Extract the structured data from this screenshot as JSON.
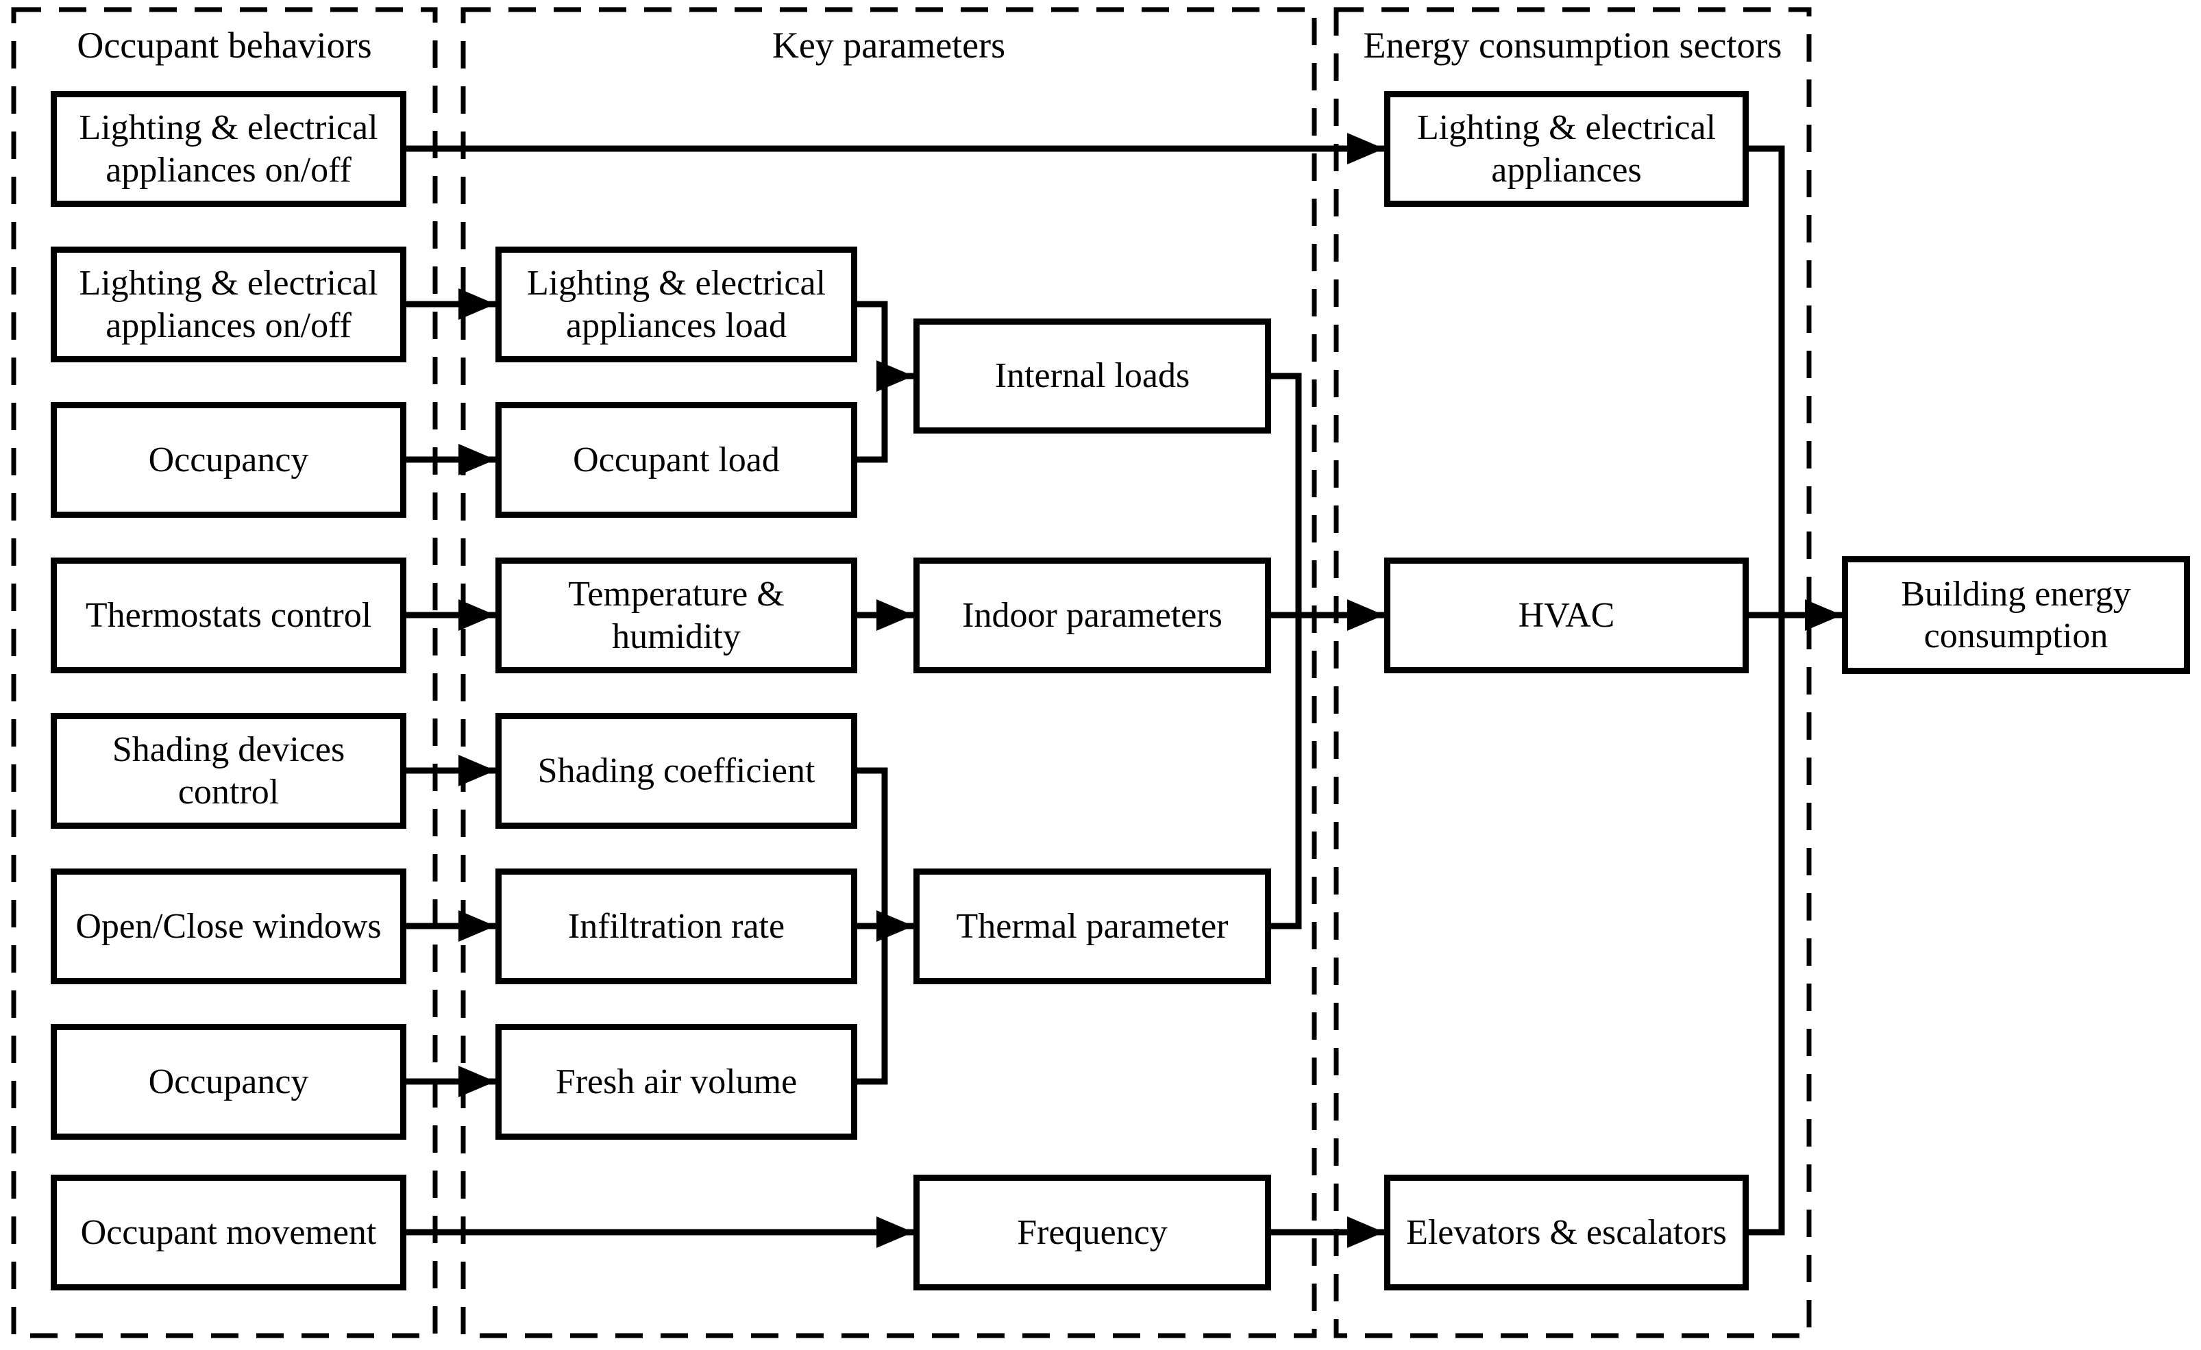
{
  "figure": {
    "type": "flow-diagram",
    "background_color": "#ffffff",
    "line_color": "#000000",
    "panels": {
      "occupant_behaviors": {
        "title": "Occupant behaviors"
      },
      "key_parameters": {
        "title": "Key parameters"
      },
      "energy_sectors": {
        "title": "Energy consumption sectors"
      }
    },
    "boxes": {
      "lighting_onoff_1": {
        "label": "Lighting & electrical\nappliances on/off"
      },
      "lighting_onoff_2": {
        "label": "Lighting & electrical\nappliances on/off"
      },
      "occupancy_1": {
        "label": "Occupancy"
      },
      "thermostats_control": {
        "label": "Thermostats control"
      },
      "shading_devices_control": {
        "label": "Shading devices\ncontrol"
      },
      "open_close_windows": {
        "label": "Open/Close windows"
      },
      "occupancy_2": {
        "label": "Occupancy"
      },
      "occupant_movement": {
        "label": "Occupant movement"
      },
      "lighting_load": {
        "label": "Lighting & electrical\nappliances load"
      },
      "occupant_load": {
        "label": "Occupant load"
      },
      "temperature_humidity": {
        "label": "Temperature &\nhumidity"
      },
      "shading_coefficient": {
        "label": "Shading coefficient"
      },
      "infiltration_rate": {
        "label": "Infiltration rate"
      },
      "fresh_air_volume": {
        "label": "Fresh air volume"
      },
      "internal_loads": {
        "label": "Internal loads"
      },
      "indoor_parameters": {
        "label": "Indoor parameters"
      },
      "thermal_parameter": {
        "label": "Thermal parameter"
      },
      "frequency": {
        "label": "Frequency"
      },
      "lighting_appliances_sector": {
        "label": "Lighting & electrical\nappliances"
      },
      "hvac": {
        "label": "HVAC"
      },
      "elevators_escalators": {
        "label": "Elevators & escalators"
      },
      "building_energy_consumption": {
        "label": "Building energy\nconsumption"
      }
    },
    "connections": [
      "lighting_onoff_1 -> lighting_appliances_sector",
      "lighting_onoff_2 -> lighting_load",
      "occupancy_1 -> occupant_load",
      "thermostats_control -> temperature_humidity",
      "shading_devices_control -> shading_coefficient",
      "open_close_windows -> infiltration_rate",
      "occupancy_2 -> fresh_air_volume",
      "occupant_movement -> frequency",
      "lighting_load + occupant_load -> internal_loads",
      "temperature_humidity -> indoor_parameters",
      "shading_coefficient + infiltration_rate + fresh_air_volume -> thermal_parameter",
      "internal_loads + indoor_parameters + thermal_parameter -> hvac",
      "frequency -> elevators_escalators",
      "lighting_appliances_sector + hvac + elevators_escalators -> building_energy_consumption"
    ]
  }
}
